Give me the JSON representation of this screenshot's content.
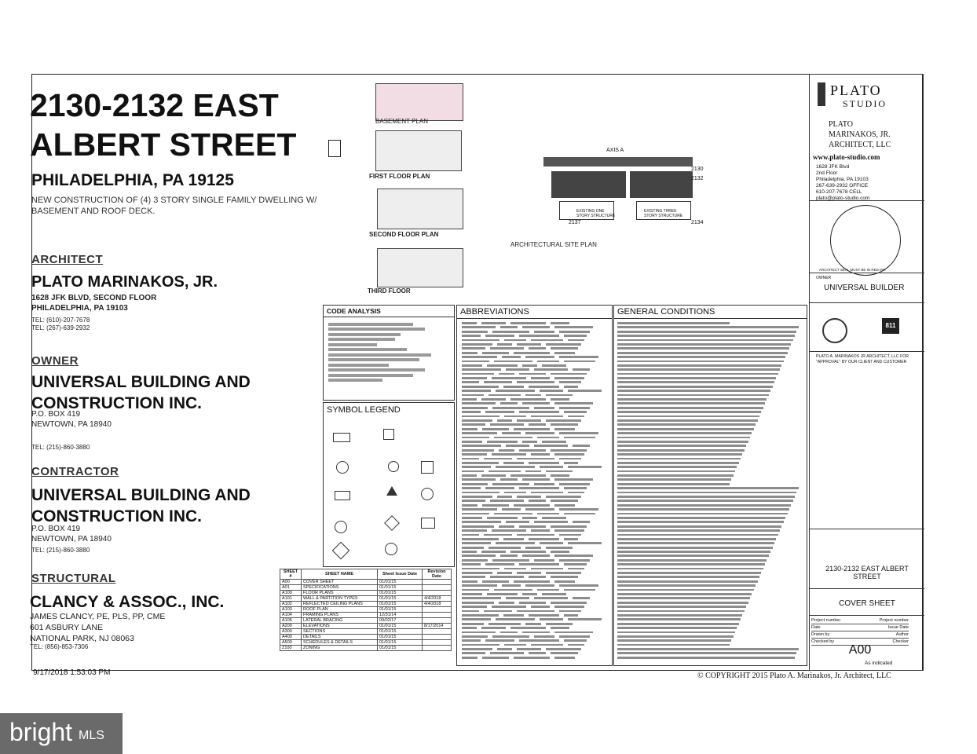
{
  "project": {
    "title_line1": "2130-2132 EAST",
    "title_line2": "ALBERT STREET",
    "city": "PHILADELPHIA, PA 19125",
    "description": "NEW CONSTRUCTION OF (4) 3 STORY SINGLE FAMILY DWELLING W/ BASEMENT AND ROOF DECK."
  },
  "architect": {
    "heading": "ARCHITECT",
    "name": "PLATO MARINAKOS, JR.",
    "address1": "1628 JFK BLVD, SECOND FLOOR",
    "address2": "PHILADELPHIA, PA 19103",
    "tel1": "TEL: (610)-207-7678",
    "tel2": "TEL: (267)-639-2932"
  },
  "owner": {
    "heading": "OWNER",
    "name1": "UNIVERSAL BUILDING AND",
    "name2": "CONSTRUCTION INC.",
    "address1": "P.O. BOX 419",
    "address2": "NEWTOWN, PA 18940",
    "tel": "TEL: (215)-860-3880"
  },
  "contractor": {
    "heading": "CONTRACTOR",
    "name1": "UNIVERSAL BUILDING AND",
    "name2": "CONSTRUCTION INC.",
    "address1": "P.O. BOX 419",
    "address2": "NEWTOWN, PA 18940",
    "tel": "TEL: (215)-860-3880"
  },
  "structural": {
    "heading": "STRUCTURAL",
    "name": "CLANCY & ASSOC., INC.",
    "person": "JAMES CLANCY, PE, PLS, PP, CME",
    "address1": "601 ASBURY LANE",
    "address2": "NATIONAL PARK, NJ 08063",
    "tel": "TEL: (856)-853-7306"
  },
  "plans": {
    "basement": "BASEMENT PLAN",
    "first": "FIRST FLOOR PLAN",
    "second": "SECOND FLOOR PLAN",
    "third": "THIRD FLOOR",
    "site": "ARCHITECTURAL SITE PLAN",
    "axis": "AXIS A",
    "existing_one": "EXISTING ONE STORY STRUCTURE",
    "existing_three": "EXISTING THREE STORY STRUCTURE",
    "lot_2130": "2130",
    "lot_2132": "2132",
    "lot_2134": "2134",
    "lot_2137": "2137"
  },
  "sections": {
    "code_analysis": "CODE ANALYSIS",
    "symbol_legend": "SYMBOL LEGEND",
    "abbreviations": "ABBREVIATIONS",
    "general_conditions": "GENERAL CONDITIONS",
    "sheet_no": "SHEET #",
    "sheet_name": "SHEET NAME",
    "sheet_issue_date": "Sheet Issue Date",
    "revision_date": "Revision Date"
  },
  "sheet_index": [
    {
      "no": "A00",
      "name": "COVER SHEET",
      "date": "01/01/15",
      "rev": ""
    },
    {
      "no": "A01",
      "name": "SPECIFICATIONS",
      "date": "01/01/15",
      "rev": ""
    },
    {
      "no": "A100",
      "name": "FLOOR PLANS",
      "date": "01/01/15",
      "rev": ""
    },
    {
      "no": "A101",
      "name": "WALL & PARTITION TYPES",
      "date": "01/01/15",
      "rev": "4/4/2018"
    },
    {
      "no": "A102",
      "name": "REFLECTED CEILING PLANS",
      "date": "01/01/15",
      "rev": "4/4/2018"
    },
    {
      "no": "A103",
      "name": "ROOF PLAN",
      "date": "01/01/15",
      "rev": ""
    },
    {
      "no": "A104",
      "name": "FRAMING PLANS",
      "date": "12/31/14",
      "rev": ""
    },
    {
      "no": "A105",
      "name": "LATERAL BRACING",
      "date": "09/02/17",
      "rev": ""
    },
    {
      "no": "A200",
      "name": "ELEVATIONS",
      "date": "01/01/15",
      "rev": "8/17/2014"
    },
    {
      "no": "A300",
      "name": "SECTIONS",
      "date": "01/01/15",
      "rev": ""
    },
    {
      "no": "A400",
      "name": "DETAILS",
      "date": "01/01/15",
      "rev": ""
    },
    {
      "no": "A500",
      "name": "SCHEDULES & DETAILS",
      "date": "01/01/15",
      "rev": ""
    },
    {
      "no": "Z100",
      "name": "ZONING",
      "date": "01/01/15",
      "rev": ""
    }
  ],
  "title_block": {
    "logo_top": "PLATO",
    "logo_bottom": "STUDIO",
    "firm1": "PLATO",
    "firm2": "MARINAKOS, JR.",
    "firm3": "ARCHITECT, LLC",
    "website": "www.plato-studio.com",
    "addr1": "1628 JFK Blvd",
    "addr2": "2nd Floor",
    "addr3": "Philadelphia, PA 19103",
    "phone1": "267-639-2932 OFFICE",
    "phone2": "610-207-7678 CELL",
    "email": "plato@plato-studio.com",
    "seal_note": "ARCHITECT SEAL MUST BE IN RED INK",
    "owner_label": "OWNER",
    "owner_name": "UNIVERSAL BUILDER",
    "approval_text": "PLATO A. MARINAKOS JR ARCHITECT, LLC FOR \"APPROVAL\" BY OUR CLIENT AND CUSTOMER",
    "project_name": "2130-2132 EAST ALBERT STREET",
    "sheet_title": "COVER SHEET",
    "project_number_label": "Project number",
    "date_label": "Date",
    "issue_date": "Issue Date",
    "drawn_by_label": "Drawn by",
    "drawn_by": "Author",
    "checked_by_label": "Checked by",
    "checked_by": "Checker",
    "sheet_number": "A00",
    "scale": "As indicated",
    "badge_811": "811"
  },
  "footer": {
    "timestamp": "9/17/2018 1:53:03 PM",
    "copyright": "© COPYRIGHT 2015  Plato A. Marinakos, Jr. Architect, LLC"
  },
  "watermark": {
    "brand": "bright",
    "suffix": "MLS"
  }
}
